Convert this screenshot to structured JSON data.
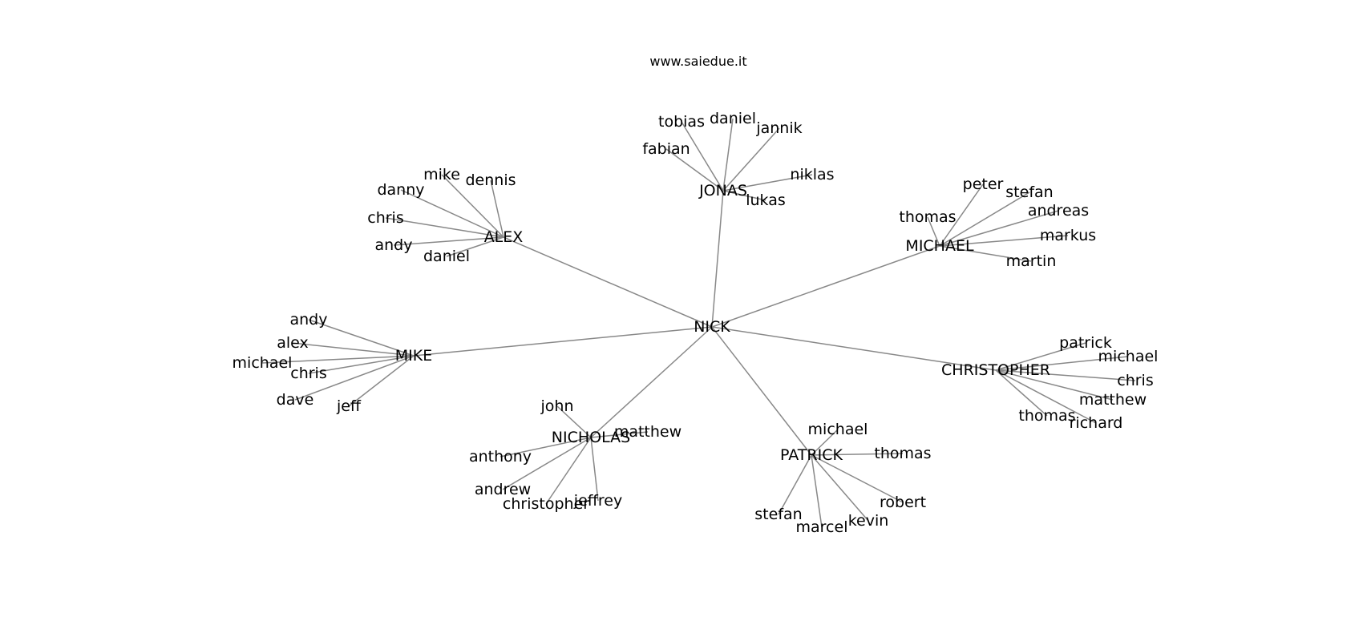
{
  "watermark": "www.saiedue.it",
  "edge_color": "#888888",
  "text_color": "#000000",
  "root": {
    "label": "NICK"
  },
  "groups": [
    {
      "label": "JONAS",
      "children": [
        "tobias",
        "daniel",
        "jannik",
        "fabian",
        "niklas",
        "lukas"
      ]
    },
    {
      "label": "ALEX",
      "children": [
        "mike",
        "dennis",
        "danny",
        "chris",
        "andy",
        "daniel"
      ]
    },
    {
      "label": "MICHAEL",
      "children": [
        "peter",
        "stefan",
        "thomas",
        "andreas",
        "markus",
        "martin"
      ]
    },
    {
      "label": "MIKE",
      "children": [
        "andy",
        "alex",
        "michael",
        "chris",
        "dave",
        "jeff"
      ]
    },
    {
      "label": "CHRISTOPHER",
      "children": [
        "patrick",
        "michael",
        "chris",
        "matthew",
        "thomas",
        "richard"
      ]
    },
    {
      "label": "NICHOLAS",
      "children": [
        "john",
        "matthew",
        "anthony",
        "andrew",
        "christopher",
        "jeffrey"
      ]
    },
    {
      "label": "PATRICK",
      "children": [
        "michael",
        "thomas",
        "robert",
        "stefan",
        "marcel",
        "kevin"
      ]
    }
  ]
}
